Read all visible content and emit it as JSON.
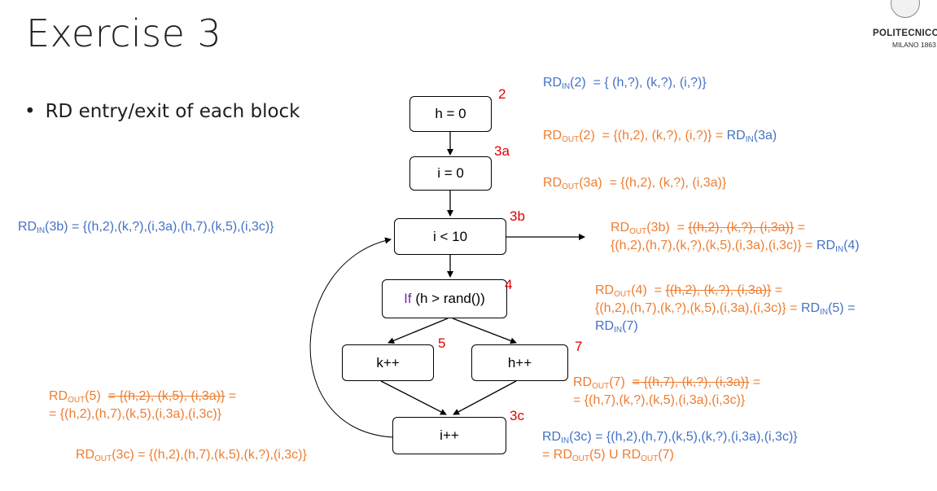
{
  "title": "Exercise 3",
  "bullet": "RD entry/exit of each block",
  "logo": {
    "name": "POLITECNICO",
    "sub": "MILANO 1863"
  },
  "nodes": {
    "n2": {
      "text": "h = 0",
      "label": "2"
    },
    "n3a": {
      "text": "i = 0",
      "label": "3a"
    },
    "n3b": {
      "text": "i < 10",
      "label": "3b"
    },
    "n4": {
      "kw": "If",
      "text": " (h > rand())",
      "label": "4"
    },
    "n5": {
      "text": "k++",
      "label": "5"
    },
    "n7": {
      "text": "h++",
      "label": "7"
    },
    "n3c": {
      "text": "i++",
      "label": "3c"
    }
  },
  "rd": {
    "p": "RD",
    "in": "IN",
    "out": "OUT",
    "in2": {
      "arg": "(2)",
      "val": "  = { (h,?), (k,?), (i,?)}"
    },
    "out2": {
      "arg": "(2)",
      "val": "  = {(h,2), (k,?), (i,?)} = ",
      "rhs_arg": "(3a)"
    },
    "out3a": {
      "arg": "(3a)",
      "val": "  = {(h,2), (k,?), (i,3a)}"
    },
    "in3b": {
      "arg": "(3b)",
      "val": " = {(h,2),(k,?),(i,3a),(h,7),(k,5),(i,3c)}"
    },
    "out3b": {
      "arg": "(3b)",
      "eq": "  = ",
      "old": "{(h,2), (k,?), (i,3a)}",
      "tail": " =",
      "line2": "{(h,2),(h,7),(k,?),(k,5),(i,3a),(i,3c)} = ",
      "rhs_arg": "(4)"
    },
    "out4": {
      "arg": "(4)",
      "eq": "  = ",
      "old": "{(h,2), (k,?), (i,3a)}",
      "tail": " =",
      "line2": "{(h,2),(h,7),(k,?),(k,5),(i,3a),(i,3c)} = ",
      "rhs_arg": "(5) =",
      "line3_arg": "(7)"
    },
    "out7": {
      "arg": "(7)",
      "eq": "  ",
      "old": "= {(h,7), (k,?), (i,3a)}",
      "tail": " =",
      "line2": "= {(h,7),(k,?),(k,5),(i,3a),(i,3c)}"
    },
    "out5": {
      "arg": "(5)",
      "eq": "  ",
      "old": "= {(h,2), (k,5), (i,3a)}",
      "tail": " =",
      "line2": "= {(h,2),(h,7),(k,5),(i,3a),(i,3c)}"
    },
    "in3c": {
      "arg": "(3c)",
      "val": " = {(h,2),(h,7),(k,5),(k,?),(i,3a),(i,3c)}",
      "line2a": "= ",
      "line2b": "(5) U ",
      "line2c": "(7)"
    },
    "out3c": {
      "arg": "(3c)",
      "val": " = {(h,2),(h,7),(k,5),(k,?),(i,3c)}"
    }
  },
  "colors": {
    "blue": "#4472c4",
    "orange": "#ed7d31",
    "label_red": "#e00000",
    "keyword": "#7030a0"
  }
}
